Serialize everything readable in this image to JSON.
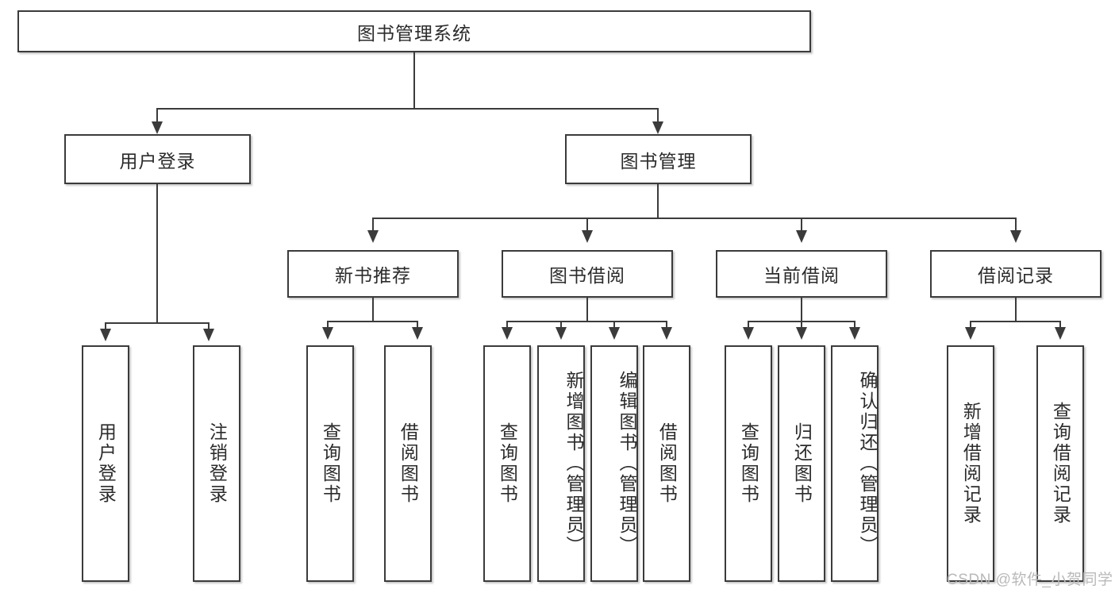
{
  "diagram": {
    "title_node": {
      "label": "图书管理系统"
    },
    "level2": [
      {
        "label": "用户登录"
      },
      {
        "label": "图书管理"
      }
    ],
    "level3": [
      {
        "label": "新书推荐"
      },
      {
        "label": "图书借阅"
      },
      {
        "label": "当前借阅"
      },
      {
        "label": "借阅记录"
      }
    ],
    "leaves": {
      "user_login": [
        {
          "label": "用户登录"
        },
        {
          "label": "注销登录"
        }
      ],
      "new_book_recommend": [
        {
          "label": "查询图书"
        },
        {
          "label": "借阅图书"
        }
      ],
      "book_borrow": [
        {
          "label": "查询图书"
        },
        {
          "label": "新增图书（管理员）"
        },
        {
          "label": "编辑图书（管理员）"
        },
        {
          "label": "借阅图书"
        }
      ],
      "current_borrow": [
        {
          "label": "查询图书"
        },
        {
          "label": "归还图书"
        },
        {
          "label": "确认归还（管理员）"
        }
      ],
      "borrow_record": [
        {
          "label": "新增借阅记录"
        },
        {
          "label": "查询借阅记录"
        }
      ]
    }
  },
  "watermark": {
    "text": "CSDN @软件_小贺同学"
  },
  "colors": {
    "stroke": "#3b3b3b",
    "text": "#2b2b2b",
    "background": "#ffffff",
    "watermark": "#b9b9b9"
  }
}
